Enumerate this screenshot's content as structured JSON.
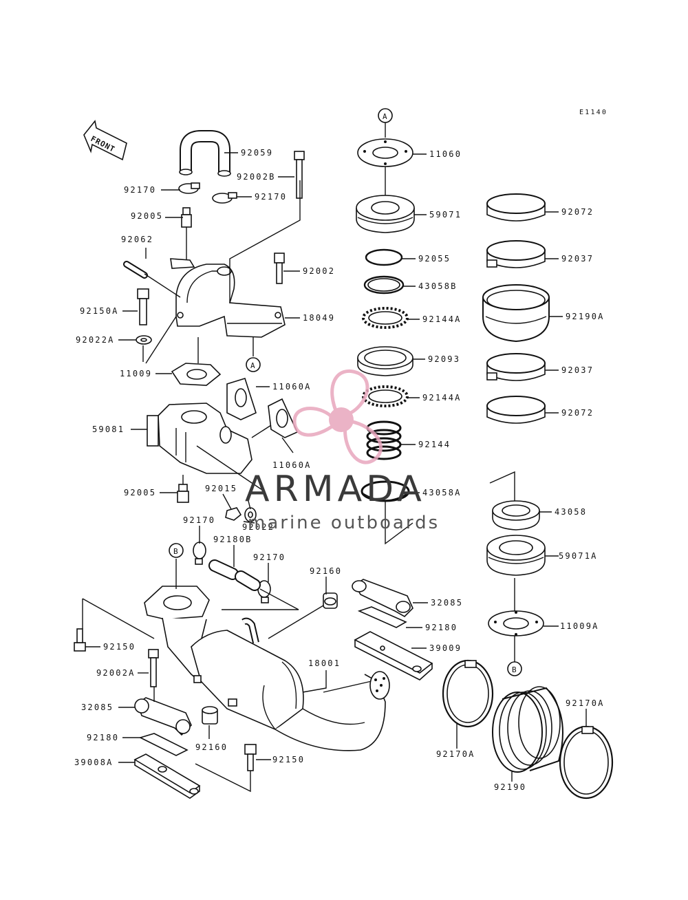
{
  "diagram_code": "E1140",
  "front_label": "FRONT",
  "ref_marks": {
    "a": "A",
    "b": "B"
  },
  "watermark": {
    "brand": "ARMADA",
    "tagline": "marine outboards",
    "brand_color": "#3a3a3a",
    "logo_color": "#e8a6bd"
  },
  "part_labels": [
    {
      "id": "p92059",
      "text": "92059"
    },
    {
      "id": "p92002B",
      "text": "92002B"
    },
    {
      "id": "p92170a",
      "text": "92170"
    },
    {
      "id": "p92170b",
      "text": "92170"
    },
    {
      "id": "p92005a",
      "text": "92005"
    },
    {
      "id": "p92062",
      "text": "92062"
    },
    {
      "id": "p92002",
      "text": "92002"
    },
    {
      "id": "p92150A",
      "text": "92150A"
    },
    {
      "id": "p18049",
      "text": "18049"
    },
    {
      "id": "p92022A",
      "text": "92022A"
    },
    {
      "id": "p11009",
      "text": "11009"
    },
    {
      "id": "p11060Aa",
      "text": "11060A"
    },
    {
      "id": "p59081",
      "text": "59081"
    },
    {
      "id": "p11060Ab",
      "text": "11060A"
    },
    {
      "id": "p92005b",
      "text": "92005"
    },
    {
      "id": "p92015",
      "text": "92015"
    },
    {
      "id": "p92022",
      "text": "92022"
    },
    {
      "id": "p92170c",
      "text": "92170"
    },
    {
      "id": "p92180B",
      "text": "92180B"
    },
    {
      "id": "p92170d",
      "text": "92170"
    },
    {
      "id": "p92160a",
      "text": "92160"
    },
    {
      "id": "p32085a",
      "text": "32085"
    },
    {
      "id": "p92180a",
      "text": "92180"
    },
    {
      "id": "p39009",
      "text": "39009"
    },
    {
      "id": "p92150a",
      "text": "92150"
    },
    {
      "id": "p92002A",
      "text": "92002A"
    },
    {
      "id": "p18001",
      "text": "18001"
    },
    {
      "id": "p32085b",
      "text": "32085"
    },
    {
      "id": "p92180b",
      "text": "92180"
    },
    {
      "id": "p92160b",
      "text": "92160"
    },
    {
      "id": "p39008A",
      "text": "39008A"
    },
    {
      "id": "p92150b",
      "text": "92150"
    },
    {
      "id": "p11060",
      "text": "11060"
    },
    {
      "id": "p59071",
      "text": "59071"
    },
    {
      "id": "p92055",
      "text": "92055"
    },
    {
      "id": "p43058B",
      "text": "43058B"
    },
    {
      "id": "p92144A",
      "text": "92144A"
    },
    {
      "id": "p92093",
      "text": "92093"
    },
    {
      "id": "p92144Ab",
      "text": "92144A"
    },
    {
      "id": "p92144",
      "text": "92144"
    },
    {
      "id": "p43058A",
      "text": "43058A"
    },
    {
      "id": "p92072a",
      "text": "92072"
    },
    {
      "id": "p92037a",
      "text": "92037"
    },
    {
      "id": "p92190A",
      "text": "92190A"
    },
    {
      "id": "p92037b",
      "text": "92037"
    },
    {
      "id": "p92072b",
      "text": "92072"
    },
    {
      "id": "p43058",
      "text": "43058"
    },
    {
      "id": "p59071A",
      "text": "59071A"
    },
    {
      "id": "p11009A",
      "text": "11009A"
    },
    {
      "id": "p92170Aa",
      "text": "92170A"
    },
    {
      "id": "p92170Ab",
      "text": "92170A"
    },
    {
      "id": "p92190",
      "text": "92190"
    }
  ]
}
